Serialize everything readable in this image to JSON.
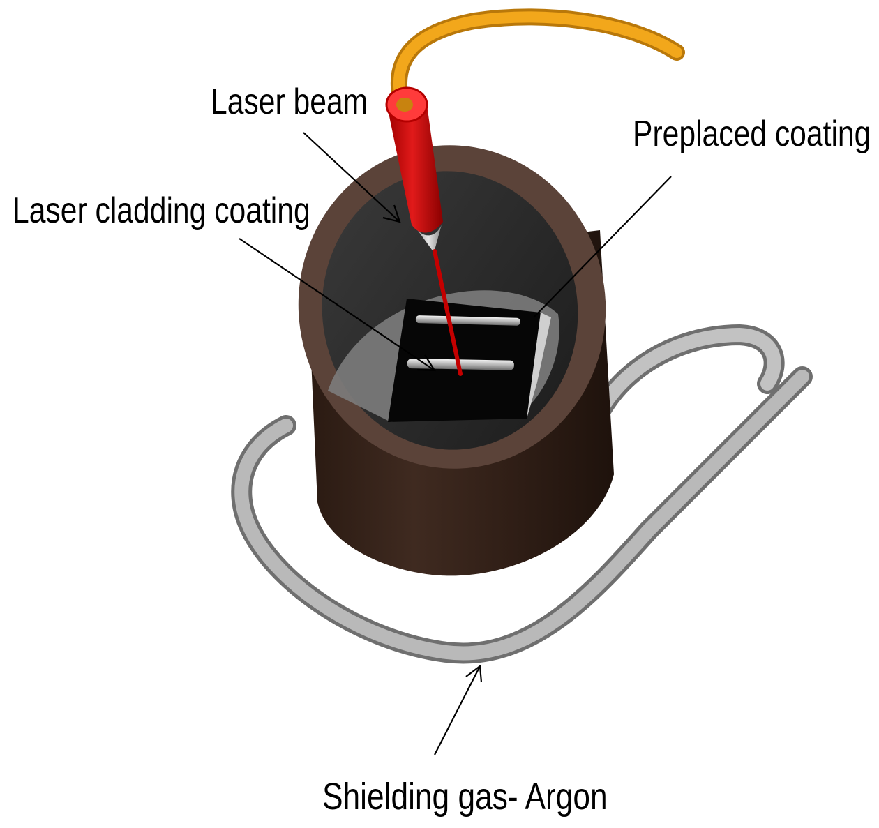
{
  "labels": {
    "laser_beam": "Laser beam",
    "preplaced_coating": "Preplaced coating",
    "laser_cladding_coating": "Laser cladding coating",
    "shielding_gas": "Shielding gas- Argon"
  }
}
